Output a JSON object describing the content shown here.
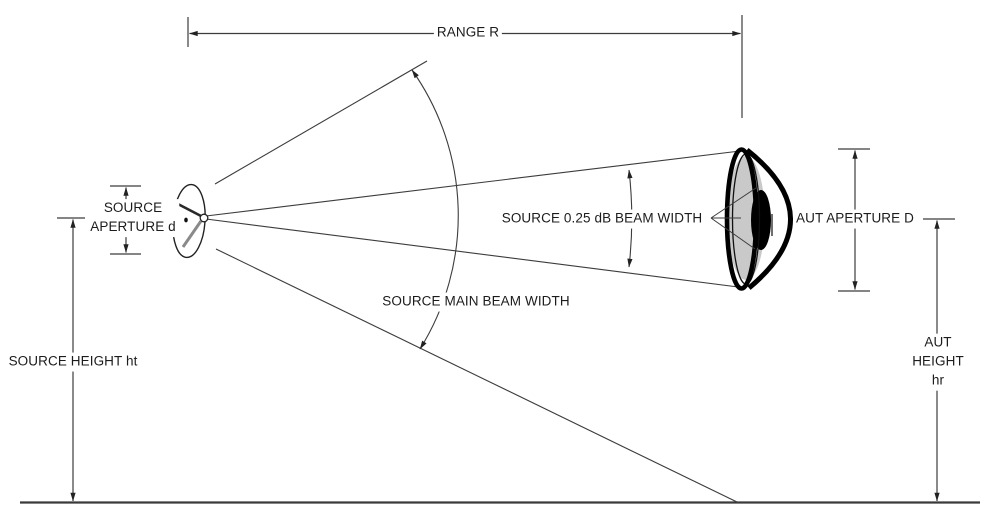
{
  "diagram": {
    "labels": {
      "range": "RANGE R",
      "source_aperture": "SOURCE\nAPERTURE d",
      "source_quarter_db_beam_width": "SOURCE 0.25 dB BEAM WIDTH",
      "source_main_beam_width": "SOURCE MAIN BEAM WIDTH",
      "aut_aperture": "AUT APERTURE D",
      "source_height": "SOURCE HEIGHT ht",
      "aut_height": "AUT HEIGHT hr"
    },
    "colors": {
      "background": "#ffffff",
      "line": "#3c3c3c",
      "dish_outline": "#000000",
      "dish_interior": "#c9c9c9",
      "text": "#1c1c1c"
    }
  }
}
